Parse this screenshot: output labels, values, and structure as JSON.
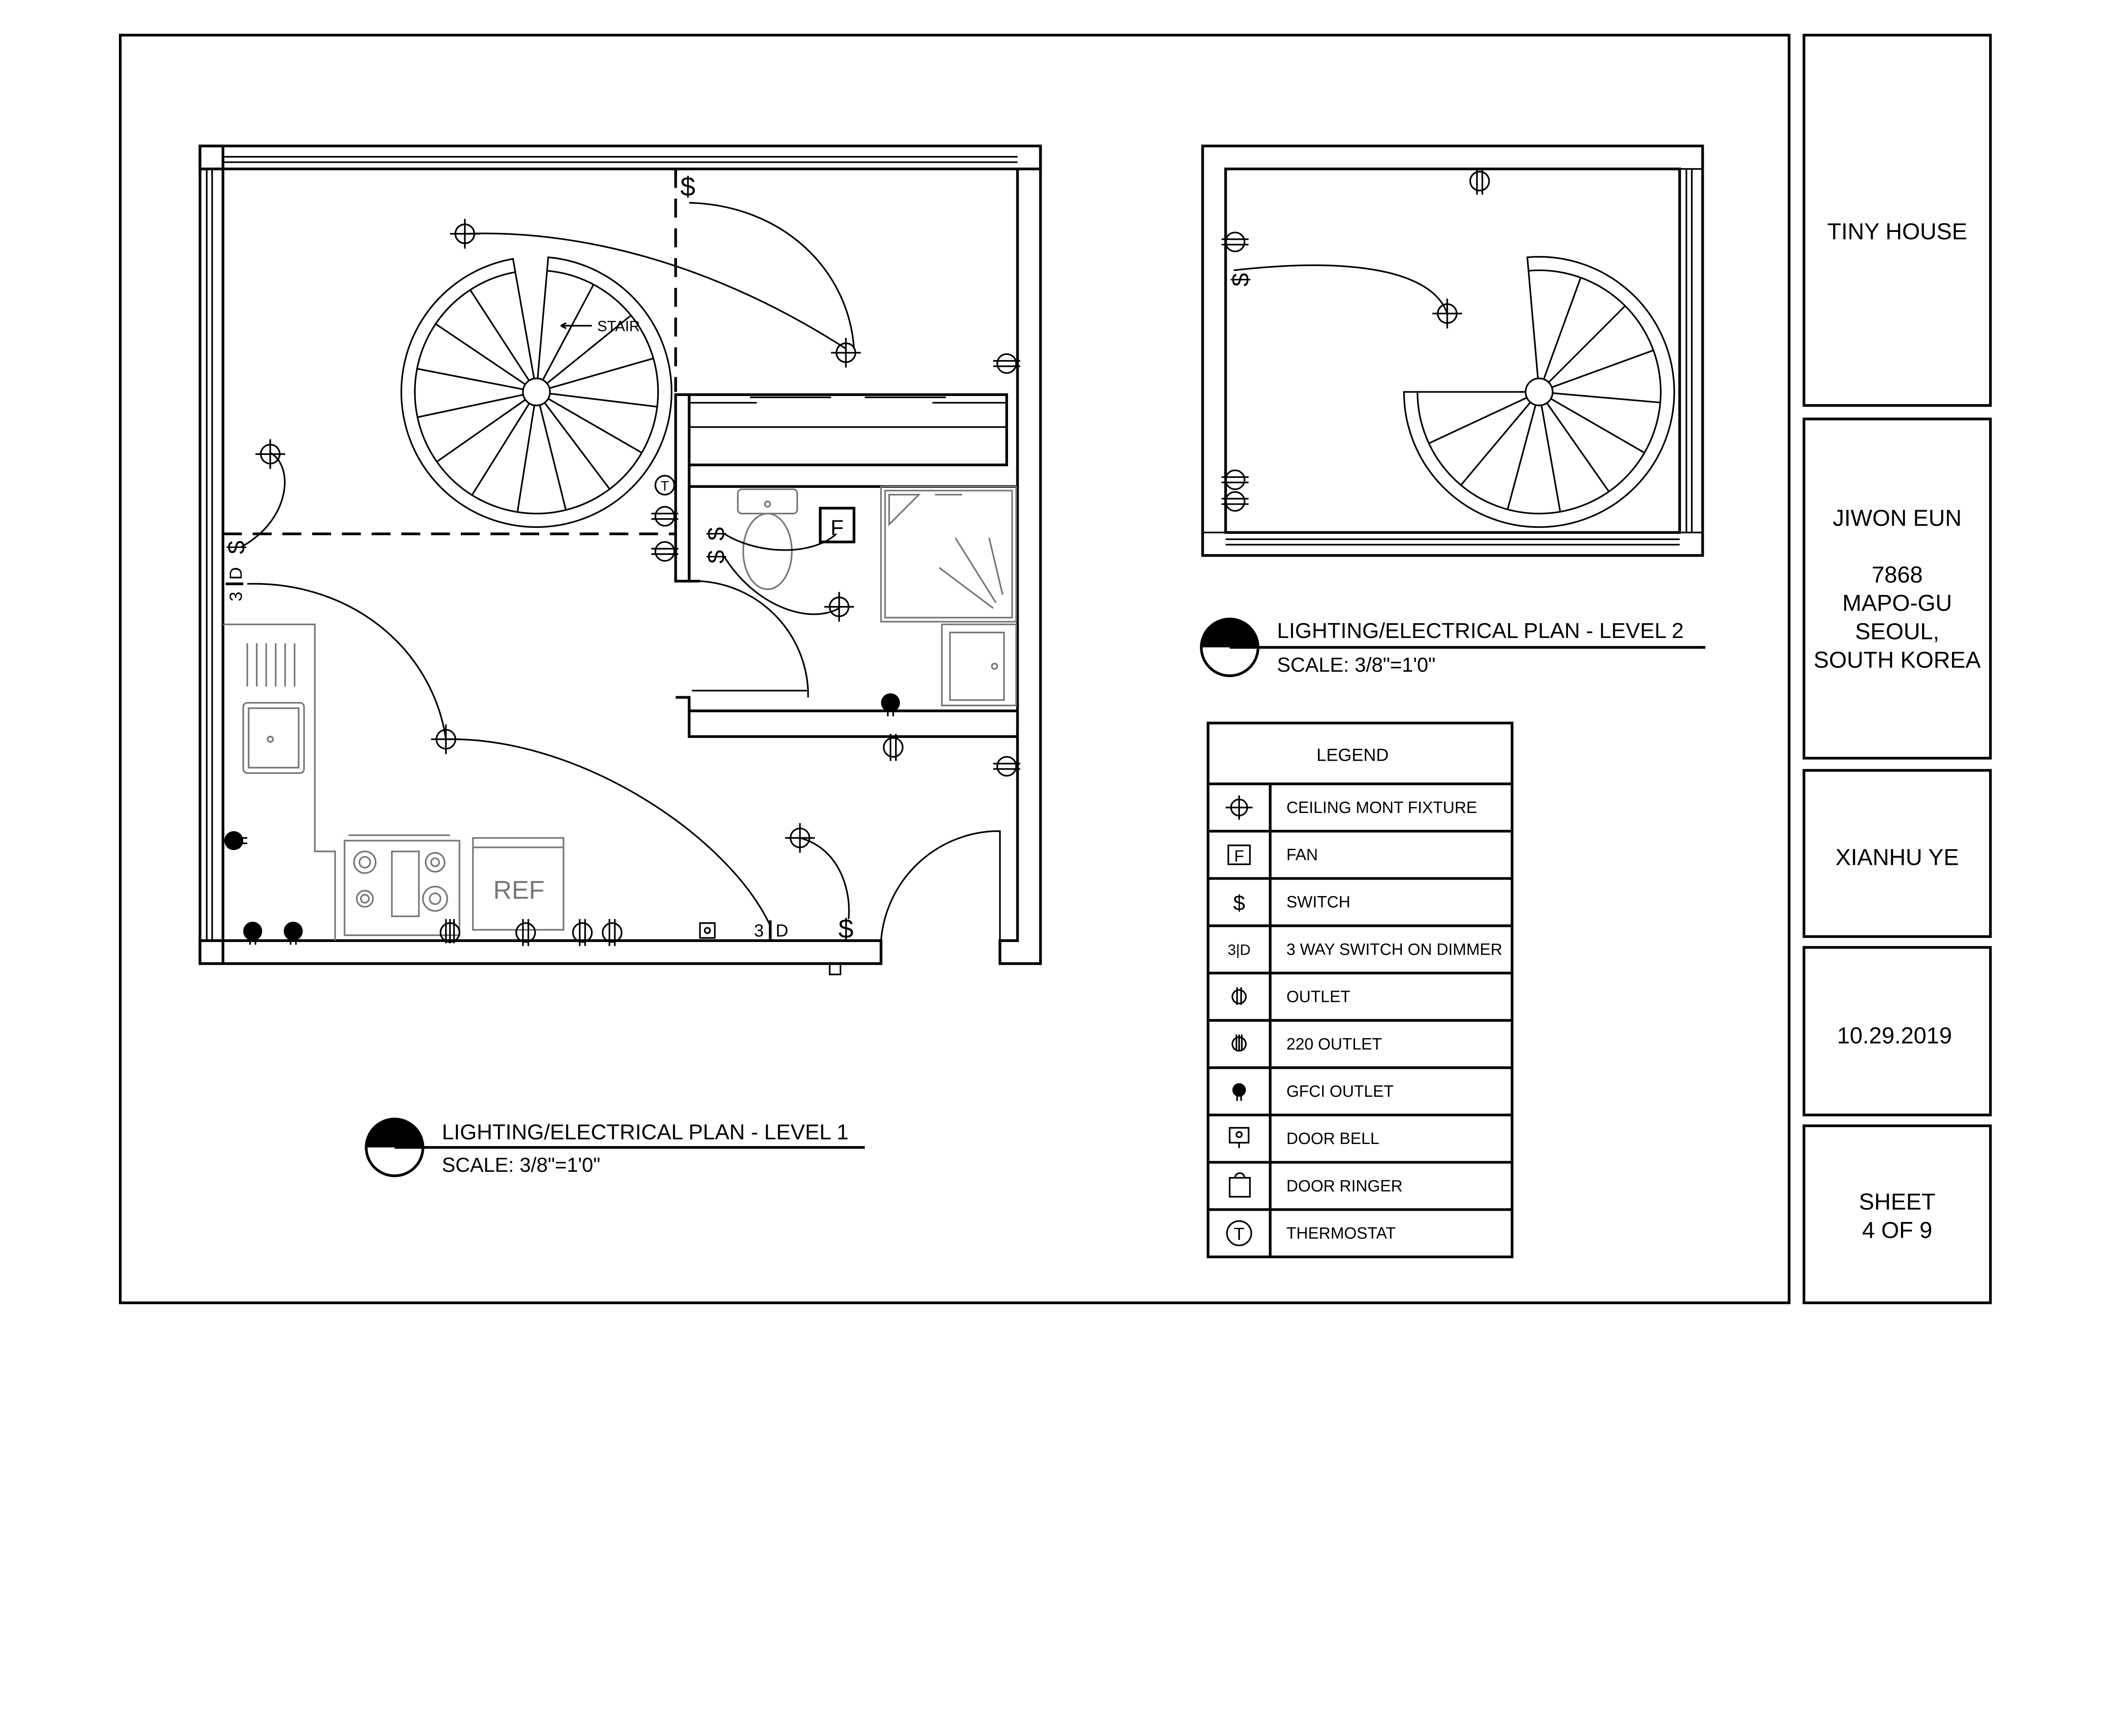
{
  "title_block": {
    "project": "TINY HOUSE",
    "designer": "JIWON EUN",
    "address": [
      "7868",
      "MAPO-GU",
      "SEOUL,",
      "SOUTH KOREA"
    ],
    "drafter": "XIANHU YE",
    "date": "10.29.2019",
    "sheet_label": "SHEET",
    "sheet_number": "4 OF 9"
  },
  "plan_level_1": {
    "title": "LIGHTING/ELECTRICAL PLAN - LEVEL 1",
    "scale": "SCALE: 3/8\"=1'0\"",
    "stair_label": "STAIR",
    "ref_label": "REF",
    "fan_label": "F",
    "thermostat_label": "T",
    "three_way": "3",
    "dimmer": "D",
    "switch_glyph": "$"
  },
  "plan_level_2": {
    "title": "LIGHTING/ELECTRICAL PLAN - LEVEL 2",
    "scale": "SCALE: 3/8\"=1'0\"",
    "switch_glyph": "$"
  },
  "legend": {
    "title": "LEGEND",
    "items": [
      {
        "icon": "ceiling-fixture",
        "label": "CEILING MONT FIXTURE"
      },
      {
        "icon": "fan",
        "label": "FAN",
        "glyph": "F"
      },
      {
        "icon": "switch",
        "label": "SWITCH",
        "glyph": "$"
      },
      {
        "icon": "three-way-dimmer",
        "label": "3 WAY SWITCH ON DIMMER",
        "glyph": "3|D"
      },
      {
        "icon": "outlet",
        "label": "OUTLET"
      },
      {
        "icon": "outlet-220",
        "label": "220 OUTLET"
      },
      {
        "icon": "gfci-outlet",
        "label": "GFCI OUTLET"
      },
      {
        "icon": "door-bell",
        "label": "DOOR BELL"
      },
      {
        "icon": "door-ringer",
        "label": "DOOR RINGER"
      },
      {
        "icon": "thermostat",
        "label": "THERMOSTAT",
        "glyph": "T"
      }
    ]
  }
}
